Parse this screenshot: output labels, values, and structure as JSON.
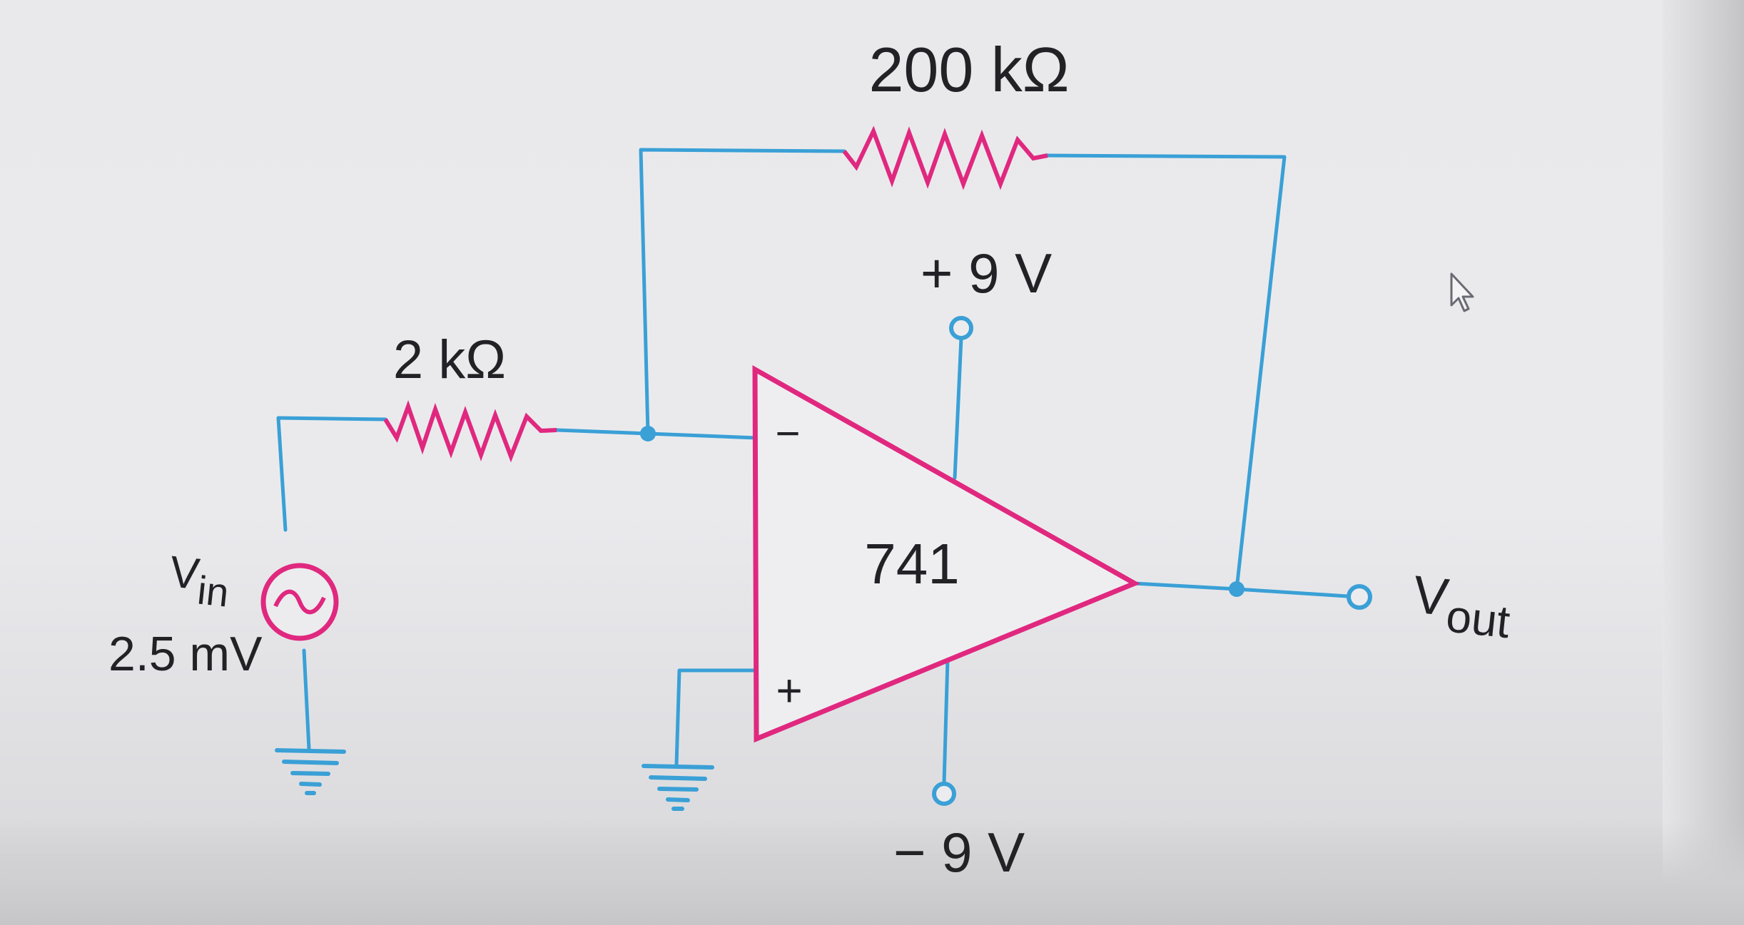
{
  "diagram": {
    "feedback_resistor": {
      "label": "200 kΩ"
    },
    "input_resistor": {
      "label": "2 kΩ"
    },
    "opamp": {
      "label": "741",
      "inverting_symbol": "−",
      "noninverting_symbol": "+"
    },
    "supply_positive": {
      "label": "+ 9 V"
    },
    "supply_negative": {
      "label": "− 9 V"
    },
    "source": {
      "name_main": "V",
      "name_sub": "in",
      "value": "2.5 mV"
    },
    "output": {
      "name_main": "V",
      "name_sub": "out"
    }
  },
  "colors": {
    "wire": "#3aa0d6",
    "component": "#e0287f",
    "text": "#222226"
  },
  "icons": [
    "ac-source-icon",
    "ground-icon",
    "mouse-pointer-icon"
  ]
}
